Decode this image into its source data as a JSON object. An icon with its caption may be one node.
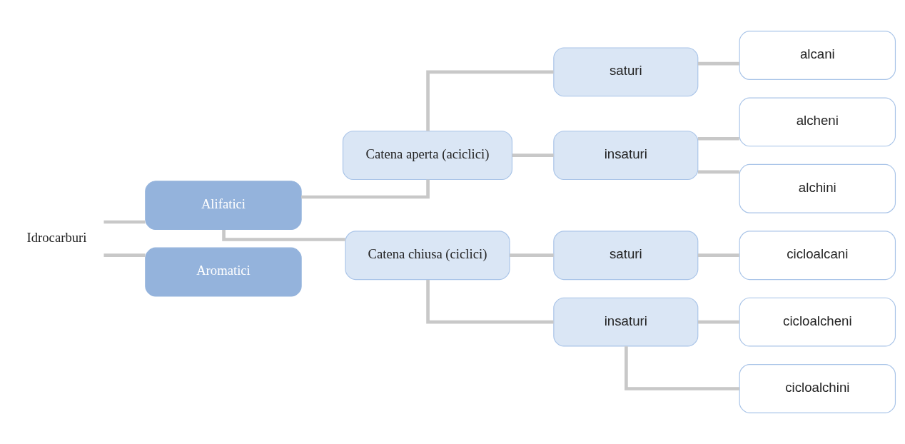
{
  "diagram": {
    "nodes": [
      {
        "text": [
          "Idrocarburi"
        ]
      },
      {
        "text": [
          "Alifatici"
        ]
      },
      {
        "text": [
          "Aromatici"
        ]
      },
      {
        "text": [
          "Catena aperta (aciclici)"
        ]
      },
      {
        "text": [
          "Catena chiusa (ciclici)"
        ]
      },
      {
        "text": [
          "saturi"
        ]
      },
      {
        "text": [
          "insaturi"
        ]
      },
      {
        "text": [
          "alcani"
        ]
      },
      {
        "text": [
          "alcheni"
        ]
      },
      {
        "text": [
          "alchini"
        ]
      },
      {
        "text": [
          "saturi"
        ]
      },
      {
        "text": [
          "insaturi"
        ]
      },
      {
        "text": [
          "cicloalcani"
        ]
      },
      {
        "text": [
          "cicloalcheni"
        ]
      },
      {
        "text": [
          "cicloalchini"
        ]
      }
    ],
    "edges": [
      {
        "from": 0,
        "to": 1,
        "arrow": "none"
      },
      {
        "from": 0,
        "to": 2,
        "arrow": "none"
      },
      {
        "from": 1,
        "to": 3,
        "arrow": "none"
      },
      {
        "from": 1,
        "to": 4,
        "arrow": "none"
      },
      {
        "from": 3,
        "to": 5,
        "arrow": "none"
      },
      {
        "from": 3,
        "to": 6,
        "arrow": "none"
      },
      {
        "from": 5,
        "to": 7,
        "arrow": "none"
      },
      {
        "from": 6,
        "to": 8,
        "arrow": "none"
      },
      {
        "from": 6,
        "to": 9,
        "arrow": "none"
      },
      {
        "from": 4,
        "to": 10,
        "arrow": "none"
      },
      {
        "from": 4,
        "to": 11,
        "arrow": "none"
      },
      {
        "from": 10,
        "to": 12,
        "arrow": "none"
      },
      {
        "from": 11,
        "to": 13,
        "arrow": "none"
      },
      {
        "from": 11,
        "to": 14,
        "arrow": "none"
      }
    ]
  }
}
